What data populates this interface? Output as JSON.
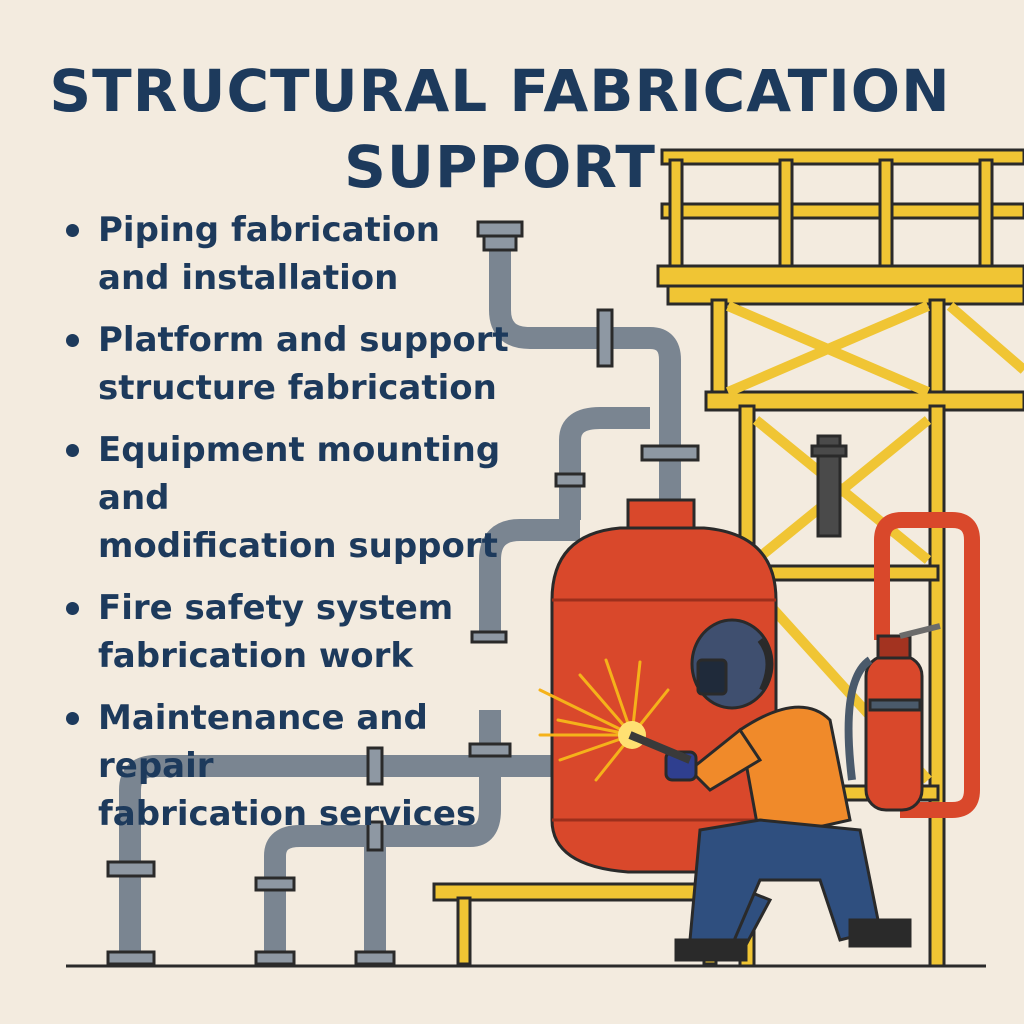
{
  "header": {
    "title_line1": "STRUCTURAL FABRICATION",
    "title_line2": "SUPPORT"
  },
  "services": [
    {
      "line1": "Piping fabrication",
      "line2": "and installation"
    },
    {
      "line1": "Platform and support",
      "line2": "structure fabrication"
    },
    {
      "line1": "Equipment mounting and",
      "line2": "modification support"
    },
    {
      "line1": "Fire safety system",
      "line2": "fabrication work"
    },
    {
      "line1": "Maintenance and repair",
      "line2": "fabrication services"
    }
  ],
  "colors": {
    "background": "#f3ebdf",
    "title": "#1d3a5c",
    "pipe": "#7a8591",
    "scaffold": "#f0c534",
    "tank": "#d9482b",
    "worker_shirt": "#f08a2a",
    "worker_pants": "#2f4f7f"
  }
}
